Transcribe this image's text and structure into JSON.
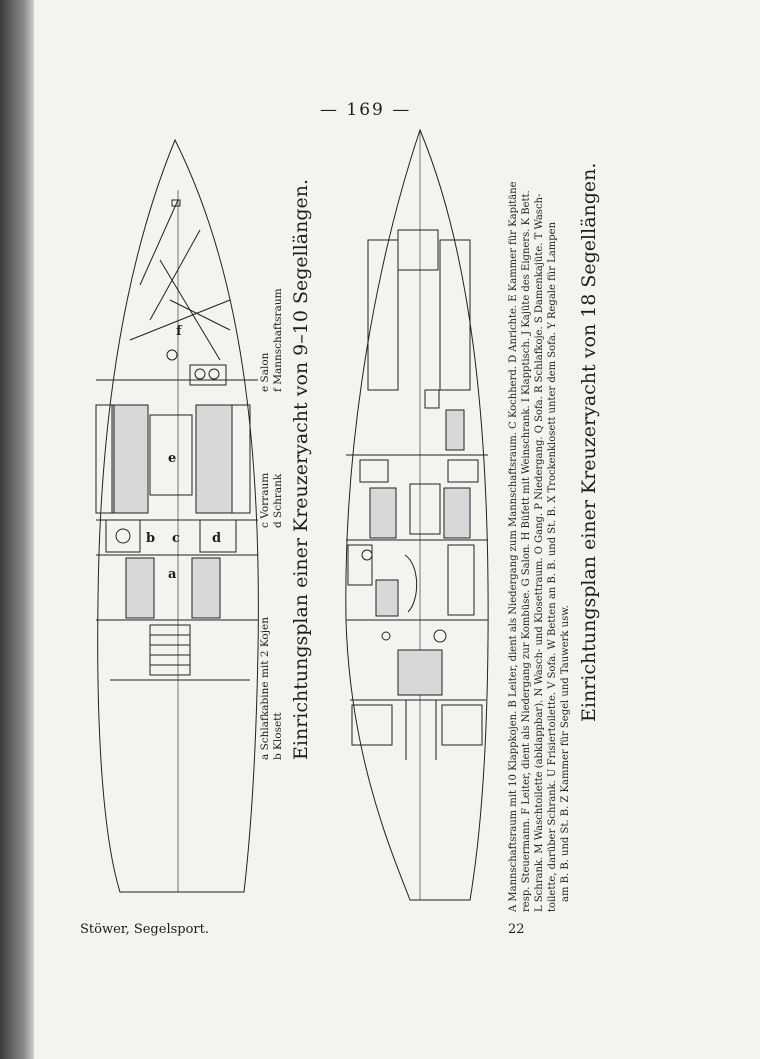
{
  "header": {
    "page_number": "— 169 —"
  },
  "plan_small": {
    "legend": [
      "a Schlafkabine mit 2 Kojen",
      "b Klosett",
      "c Vorraum",
      "d Schrank",
      "e Salon",
      "f Mannschaftsraum"
    ],
    "title": "Einrichtungsplan einer Kreuzeryacht von 9–10 Segellängen.",
    "labels": [
      "a",
      "b",
      "c",
      "d",
      "e",
      "f"
    ]
  },
  "plan_large": {
    "caption_lines": [
      "A Mannschaftsraum mit 10 Klappkojen. B Leiter, dient als Niedergang zum Mannschaftsraum. C Kochherd. D Anrichte. E Kammer für Kapitäne",
      "resp. Steuermann. F Leiter, dient als Niedergang zur Kombüse. G Salon. H Büfett mit Weinschrank. I Klapptisch. J Kajüte des Eigners. K Bett.",
      "L Schrank. M Waschtoilette (abklappbar). N Wasch- und Klosettraum. O Gang. P Niedergang. Q Sofa. R Schlafkoje. S Damenkajüte. T Wasch-",
      "toilette, darüber Schrank. U Frisiertoilette. V Sofa. W Betten an B. B. und St. B. X Trockenklosett unter dem Sofa. Y Regale für Lampen",
      "am B. B. und St. B. Z Kammer für Segel und Tauwerk usw."
    ],
    "title": "Einrichtungsplan einer Kreuzeryacht von 18 Segellängen."
  },
  "footer": {
    "left": "Stöwer, Segelsport.",
    "right": "22"
  }
}
